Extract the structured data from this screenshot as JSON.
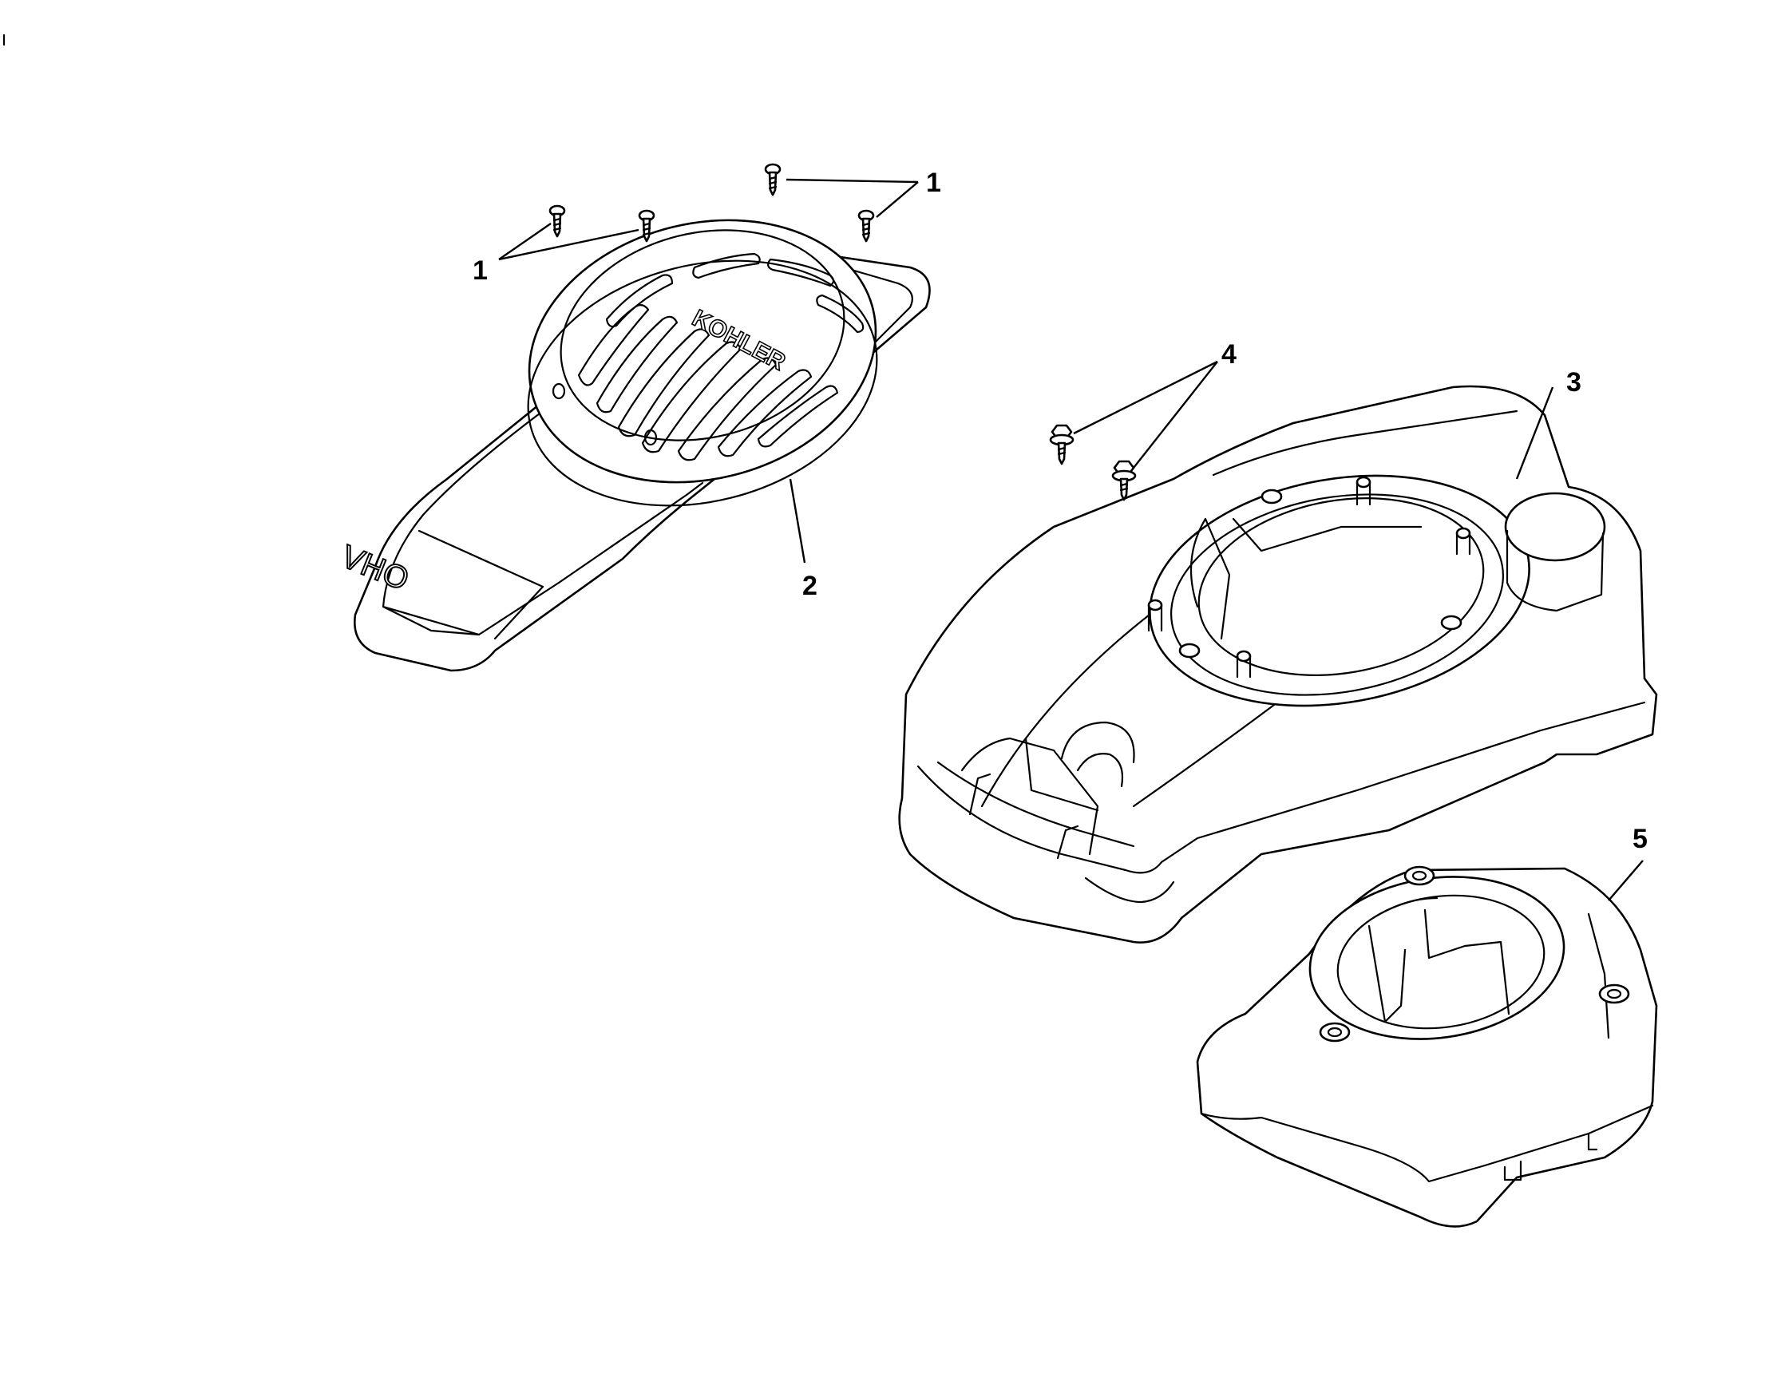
{
  "diagram": {
    "brand_mark": "KOHLER",
    "model_mark": "OHV",
    "callouts": {
      "screw_left": "1",
      "screw_right": "1",
      "blower_cover": "2",
      "shroud": "3",
      "shroud_screws": "4",
      "inner_baffle": "5"
    }
  }
}
